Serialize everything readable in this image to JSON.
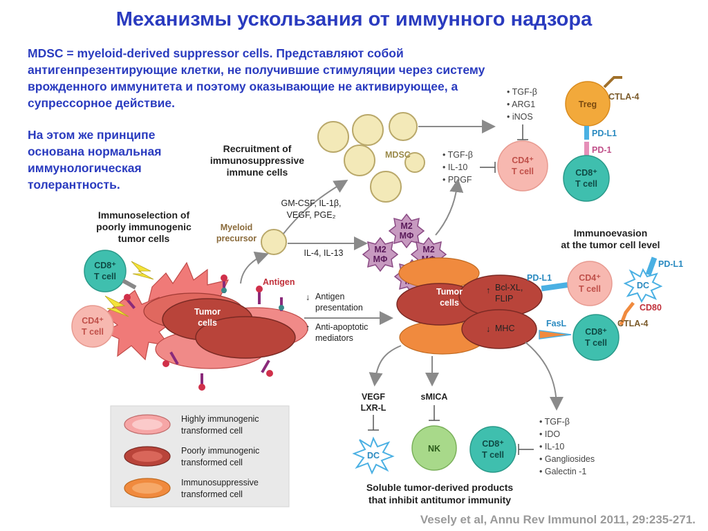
{
  "title": "Механизмы ускользания от иммунного надзора",
  "intro": "MDSC = myeloid-derived suppressor cells. Представляют собой антигенпрезентирующие клетки, не получившие стимуляции через систему врожденного иммунитета и поэтому оказывающие не активирующее, а супрессорное действие.",
  "intro2": "На этом же принципе основана нормальная иммунологическая толерантность.",
  "citation": "Vesely et al, Annu Rev Immunol 2011, 29:235-271.",
  "headings": {
    "recruitment": [
      "Recruitment of",
      "immunosuppressive",
      "immune cells"
    ],
    "immunoselection": [
      "Immunoselection of",
      "poorly immunogenic",
      "tumor cells"
    ],
    "immunoevasion": [
      "Immunoevasion",
      "at the tumor cell level"
    ],
    "soluble": [
      "Soluble tumor-derived products",
      "that inhibit antitumor immunity"
    ]
  },
  "labels": {
    "mdsc": "MDSC",
    "myeloid": [
      "Myeloid",
      "precursor"
    ],
    "gmcsf": [
      "GM-CSF, IL-1β,",
      "VEGF, PGE₂"
    ],
    "il4": "IL-4, IL-13",
    "antigen": "Antigen",
    "antigen_presentation": [
      "Antigen",
      "presentation"
    ],
    "anti_apoptotic": [
      "Anti-apoptotic",
      "mediators"
    ],
    "tumor_cells": [
      "Tumor",
      "cells"
    ],
    "bcl": [
      "Bcl-XL,",
      "FLIP"
    ],
    "mhc": "MHC",
    "m2": [
      "M2",
      "MΦ"
    ],
    "vegf": [
      "VEGF",
      "LXR-L"
    ],
    "smica": "sMICA"
  },
  "cells": {
    "cd8": [
      "CD8⁺",
      "T cell"
    ],
    "cd4": [
      "CD4⁺",
      "T cell"
    ],
    "treg": "Treg",
    "dc": "DC",
    "nk": "NK"
  },
  "receptors": {
    "ctla4": "CTLA-4",
    "pdl1": "PD-L1",
    "pd1": "PD-1",
    "cd80": "CD80",
    "fasl": "FasL"
  },
  "lists": {
    "mdsc_factors": [
      "• TGF-β",
      "• ARG1",
      "• iNOS"
    ],
    "m2_factors": [
      "• TGF-β",
      "• IL-10",
      "• PDGF"
    ],
    "soluble_factors": [
      "• TGF-β",
      "• IDO",
      "• IL-10",
      "• Gangliosides",
      "• Galectin -1"
    ]
  },
  "legend": [
    {
      "label": [
        "Highly immunogenic",
        "transformed cell"
      ],
      "color": "#f6a6a6"
    },
    {
      "label": [
        "Poorly immunogenic",
        "transformed cell"
      ],
      "color": "#b9443a"
    },
    {
      "label": [
        "Immunosuppressive",
        "transformed cell"
      ],
      "color": "#f08a3e"
    }
  ],
  "colors": {
    "title": "#2a3bbf",
    "teal": "#3fbfae",
    "pink_cell": "#f7b8b0",
    "treg": "#f2a93b",
    "nk": "#a8d98a",
    "m2": "#c79ac0",
    "mdsc": "#f3e9b8",
    "pdl1": "#4ab0e3",
    "pd1": "#e58fb8",
    "ctla4": "#a0702a"
  }
}
